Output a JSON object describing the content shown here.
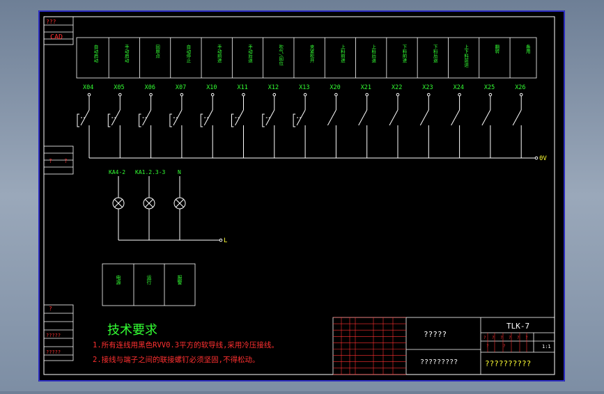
{
  "sheet": {
    "left_strip": {
      "top_label": "???",
      "cad_label": "CAD",
      "marks": [
        "?",
        "?",
        "?"
      ],
      "bottom_labels": [
        "?????",
        "?????"
      ]
    },
    "input_labels": [
      "X04",
      "X05",
      "X06",
      "X07",
      "X10",
      "X11",
      "X12",
      "X13",
      "X20",
      "X21",
      "X22",
      "X23",
      "X24",
      "X25",
      "X26"
    ],
    "header_cells": [
      "自动启动",
      "手动启动",
      "回原点",
      "自动停止",
      "手动前进",
      "手动后退",
      "吹气/回位",
      "夹紧松开",
      "上料前进",
      "上料后退",
      "下料前进",
      "下料后退",
      "上下料前进",
      "翻转",
      "备用"
    ],
    "ground_label": "0V",
    "lamp_labels": [
      "KA4-2",
      "KA1.2.3-3",
      "N"
    ],
    "lamp_return_label": "L",
    "lamp_names": [
      "电源",
      "运行",
      "报警"
    ],
    "notes": {
      "heading": "技术要求",
      "line1": "1.所有连线用黑色RVV0.3平方的软导线,采用冷压接线。",
      "line2": "2.接线与端子之间的联接螺钉必须坚固,不得松动。"
    },
    "title_block": {
      "drawing_no": "TLK-7",
      "name_top": "?????",
      "name_bottom": "?????????",
      "company": "??????????",
      "scale": "1:1",
      "small_marks": [
        "?",
        "?",
        "?",
        "?",
        "?",
        "?",
        "?",
        "?"
      ]
    }
  }
}
